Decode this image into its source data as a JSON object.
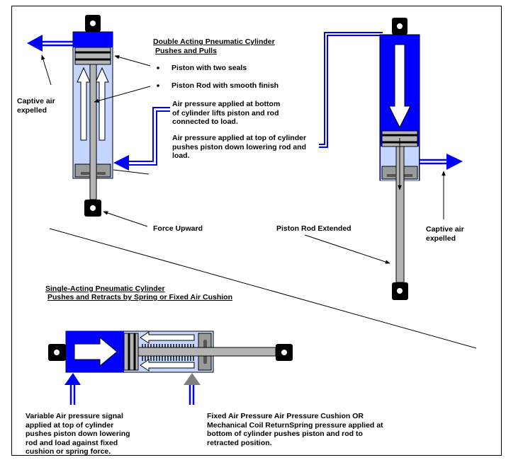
{
  "colors": {
    "deep_blue": "#0000ff",
    "light_blue": "#c4d6ff",
    "gray": "#b4b4b4",
    "dark_gray": "#808080",
    "black": "#000000"
  },
  "double_acting": {
    "title_line1": "Double Acting Pneumatic Cylinder",
    "title_line2": "Pushes and Pulls",
    "bullet_1": "Piston with two seals",
    "bullet_2": "Piston Rod with smooth finish",
    "note_1": "Air pressure applied at bottom\nof cylinder lifts piston and rod\nconnected to load.",
    "note_2": "Air pressure applied at top of cylinder\npushes piston down lowering rod and\nload.",
    "captive_left": "Captive air\nexpelled",
    "force_upward": "Force Upward",
    "rod_extended": "Piston Rod Extended",
    "captive_right": "Captive air\nexpelled"
  },
  "single_acting": {
    "title_line1": "Single-Acting Pneumatic Cylinder",
    "title_line2": "Pushes and Retracts by Spring or Fixed Air Cushion",
    "left_note": "Variable Air pressure signal\napplied at top of cylinder\npushes piston down lowering\nrod and load against fixed\ncushion or spring force.",
    "right_note": "Fixed Air Pressure Air Pressure Cushion OR\nMechanical Coil ReturnSpring pressure applied at\nbottom of cylinder pushes piston and rod to\nretracted position."
  }
}
